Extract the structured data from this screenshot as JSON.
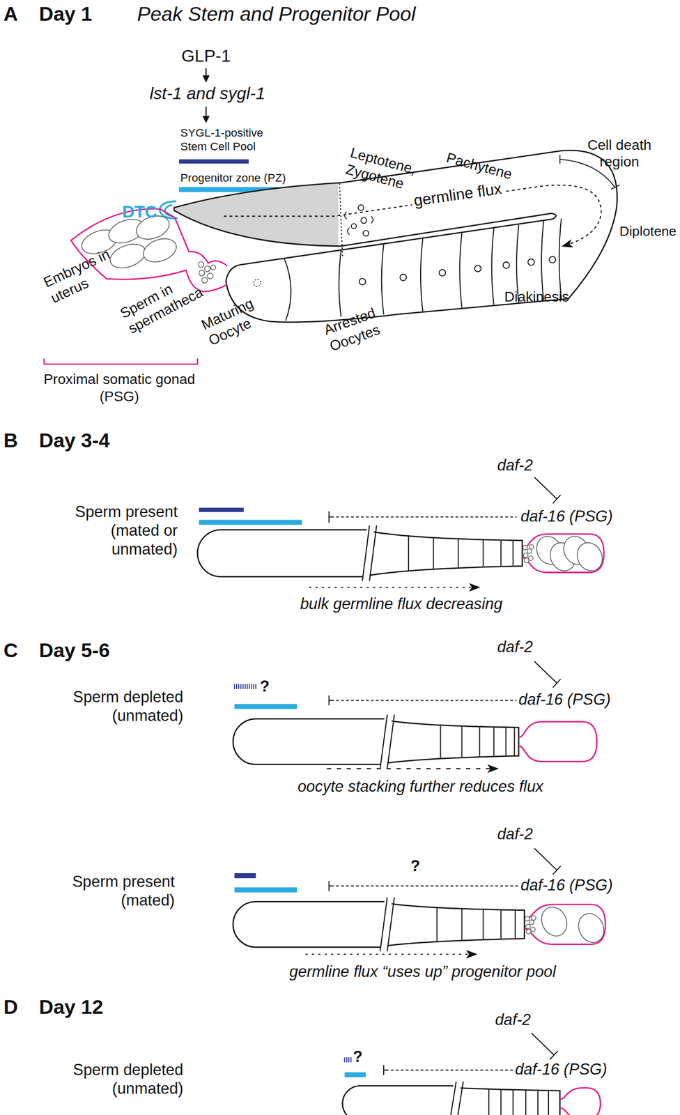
{
  "diagram": {
    "labels": [
      "A",
      "Day 1",
      "Peak Stem and Progenitor Pool",
      "GLP-1",
      "lst-1 and sygl-1",
      "SYGL-1-positive Stem Cell Pool",
      "Progenitor zone (PZ)",
      "DTC",
      "Leptotene, Zygotene",
      "Pachytene",
      "Cell death region",
      "germline flux",
      "Diplotene",
      "Embryos in uterus",
      "Sperm in spermatheca",
      "Maturing Oocyte",
      "Arrested Oocytes",
      "Diakinesis",
      "Proximal somatic gonad (PSG)",
      "B",
      "Day 3-4",
      "daf-2",
      "Sperm present (mated or unmated)",
      "daf-16 (PSG)",
      "bulk germline flux decreasing",
      "C",
      "Day 5-6",
      "Sperm depleted (unmated)",
      "?",
      "daf-2",
      "daf-16 (PSG)",
      "oocyte stacking further reduces flux",
      "daf-2",
      "Sperm present (mated)",
      "?",
      "daf-16 (PSG)",
      "germline flux “uses up” progenitor pool",
      "D",
      "Day 12",
      "daf-2",
      "Sperm depleted (unmated)",
      "?",
      "daf-16 (PSG)"
    ]
  }
}
